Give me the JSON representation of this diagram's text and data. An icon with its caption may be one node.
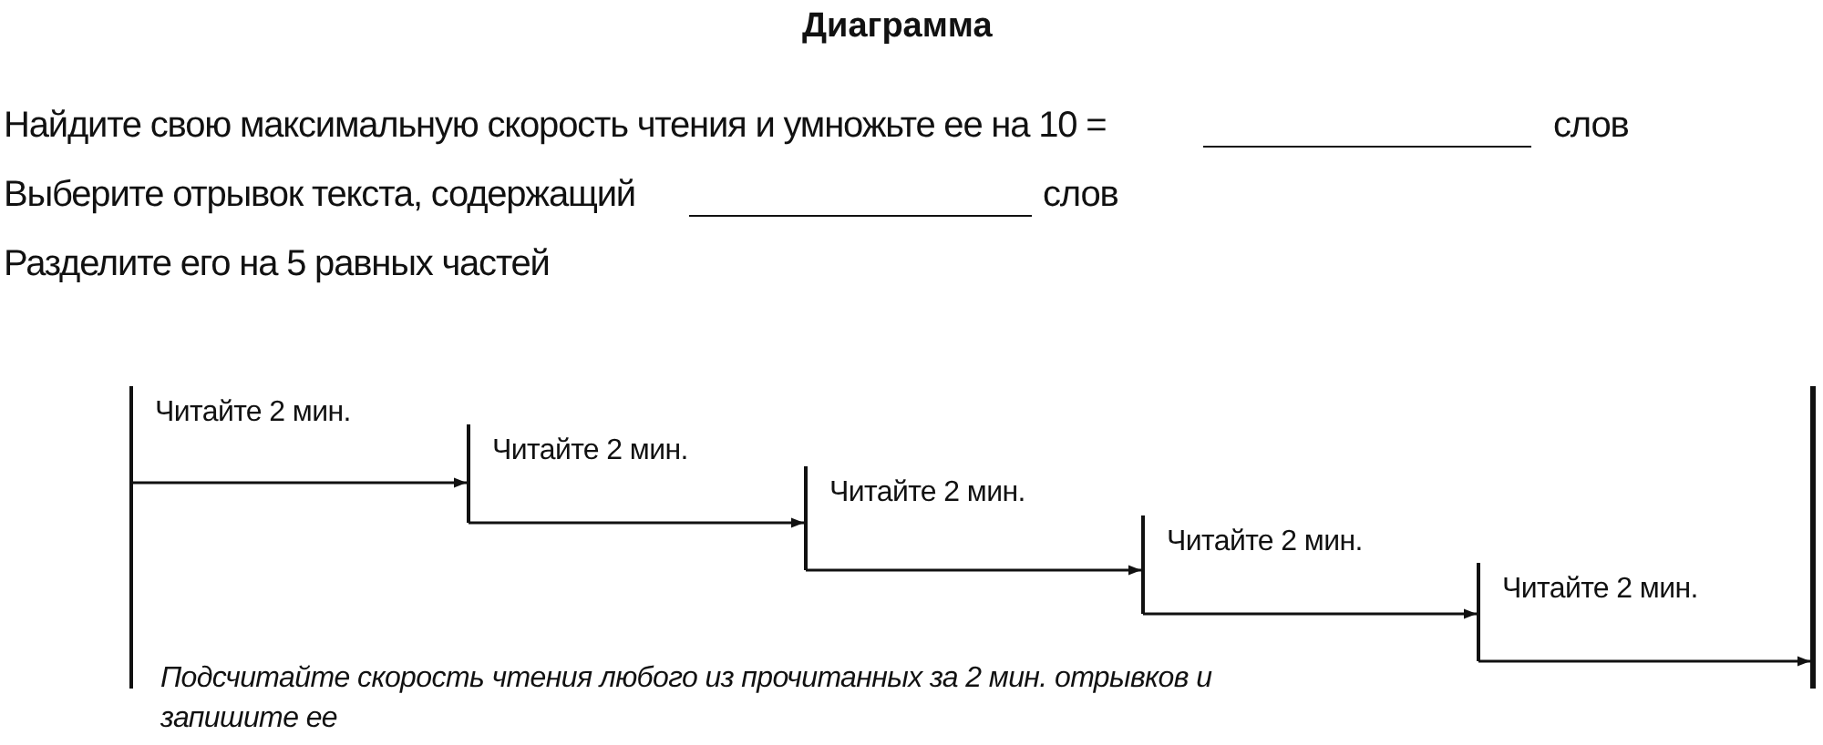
{
  "diagram": {
    "title": "Диаграмма",
    "nodes": [
      {
        "text": [
          "Читайте 2 мин."
        ]
      },
      {
        "text": [
          "Читайте 2 мин."
        ]
      },
      {
        "text": [
          "Читайте 2 мин."
        ]
      },
      {
        "text": [
          "Читайте 2 мин."
        ]
      },
      {
        "text": [
          "Читайте 2 мин."
        ]
      },
      {
        "text": [],
        "shape": "bar"
      }
    ],
    "edges": [
      {
        "from": 0,
        "to": 1,
        "arrow": "to"
      },
      {
        "from": 1,
        "to": 2,
        "arrow": "to"
      },
      {
        "from": 2,
        "to": 3,
        "arrow": "to"
      },
      {
        "from": 3,
        "to": 4,
        "arrow": "to"
      },
      {
        "from": 4,
        "to": 5,
        "arrow": "to"
      }
    ],
    "labels": [
      "Найдите свою максимальную скорость чтения и умножьте ее на 10 =",
      "слов",
      "Выберите отрывок текста, содержащий",
      "слов",
      "Разделите его на 5 равных частей",
      "Подсчитайте скорость чтения любого из прочитанных за 2 мин. отрывков и запишите ее"
    ]
  }
}
